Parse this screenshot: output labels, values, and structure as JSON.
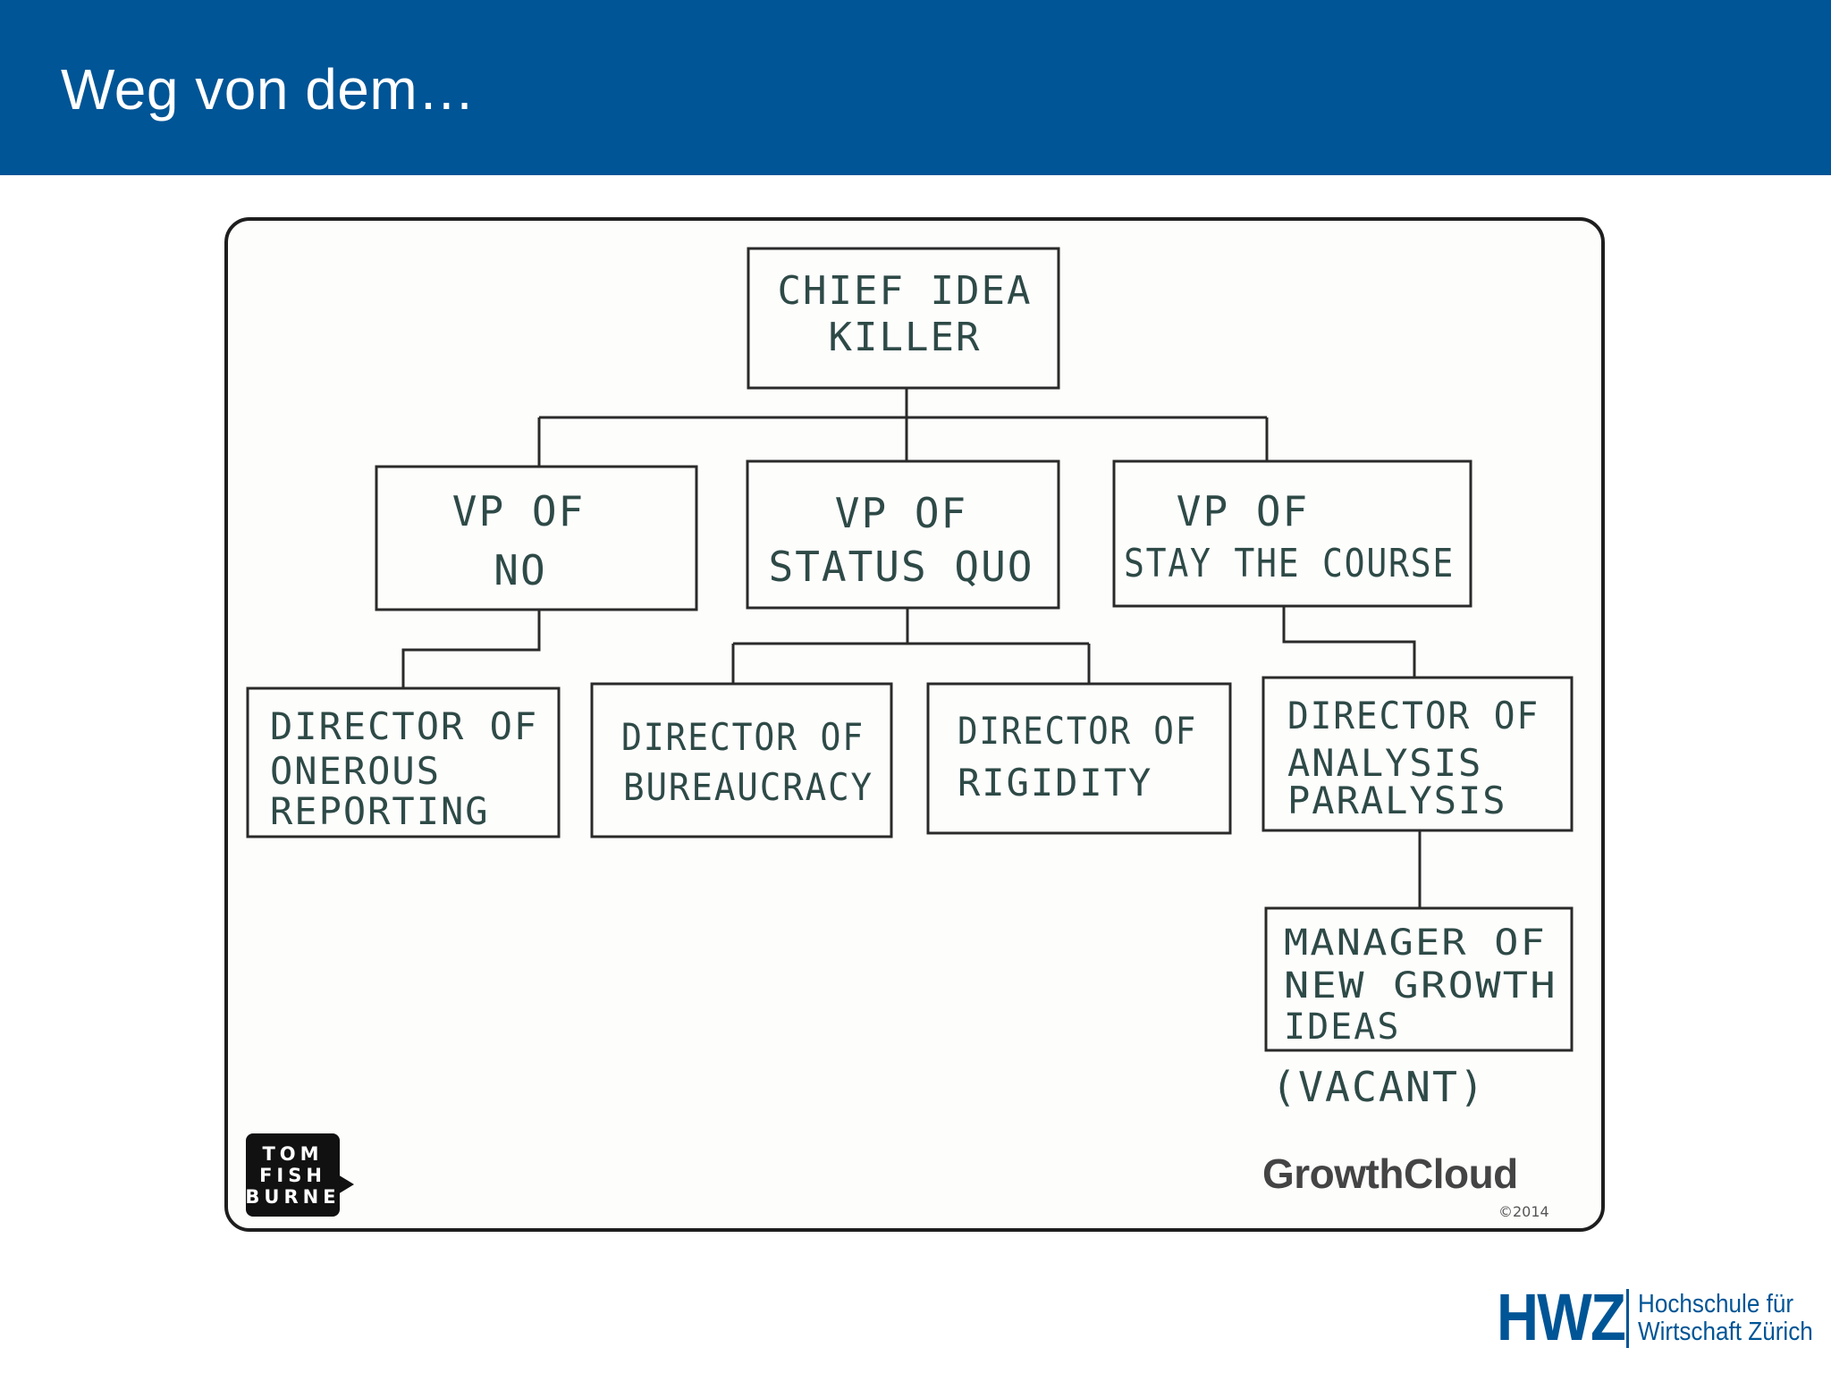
{
  "slide": {
    "title": "Weg von dem…",
    "header_color": "#005596"
  },
  "org_chart": {
    "root": {
      "id": "chief",
      "lines": [
        "CHIEF IDEA",
        "KILLER"
      ]
    },
    "vps": [
      {
        "id": "vp-no",
        "lines": [
          "VP  OF",
          "NO"
        ]
      },
      {
        "id": "vp-status-quo",
        "lines": [
          "VP OF",
          "STATUS QUO"
        ]
      },
      {
        "id": "vp-stay-course",
        "lines": [
          "VP OF",
          "STAY THE COURSE"
        ]
      }
    ],
    "directors": [
      {
        "id": "dir-onerous",
        "reports_to": "vp-no",
        "lines": [
          "DIRECTOR OF",
          "ONEROUS",
          "REPORTING"
        ]
      },
      {
        "id": "dir-bureaucracy",
        "reports_to": "vp-status-quo",
        "lines": [
          "DIRECTOR OF",
          "BUREAUCRACY"
        ]
      },
      {
        "id": "dir-rigidity",
        "reports_to": "vp-status-quo",
        "lines": [
          "DIRECTOR OF",
          "RIGIDITY"
        ]
      },
      {
        "id": "dir-analysis",
        "reports_to": "vp-stay-course",
        "lines": [
          "DIRECTOR OF",
          "ANALYSIS",
          "PARALYSIS"
        ]
      }
    ],
    "managers": [
      {
        "id": "mgr-growth",
        "reports_to": "dir-analysis",
        "lines": [
          "MANAGER OF",
          "NEW GROWTH",
          "IDEAS"
        ]
      }
    ],
    "vacant_note": "(VACANT)"
  },
  "cartoon": {
    "artist_badge": [
      "TOM",
      "FISH",
      "BURNE"
    ],
    "sponsor_logo": "GrowthCloud",
    "copyright": "©2014"
  },
  "institution": {
    "logo_mark": "HWZ",
    "name_line1": "Hochschule für",
    "name_line2": "Wirtschaft Zürich",
    "brand_color": "#005596"
  }
}
